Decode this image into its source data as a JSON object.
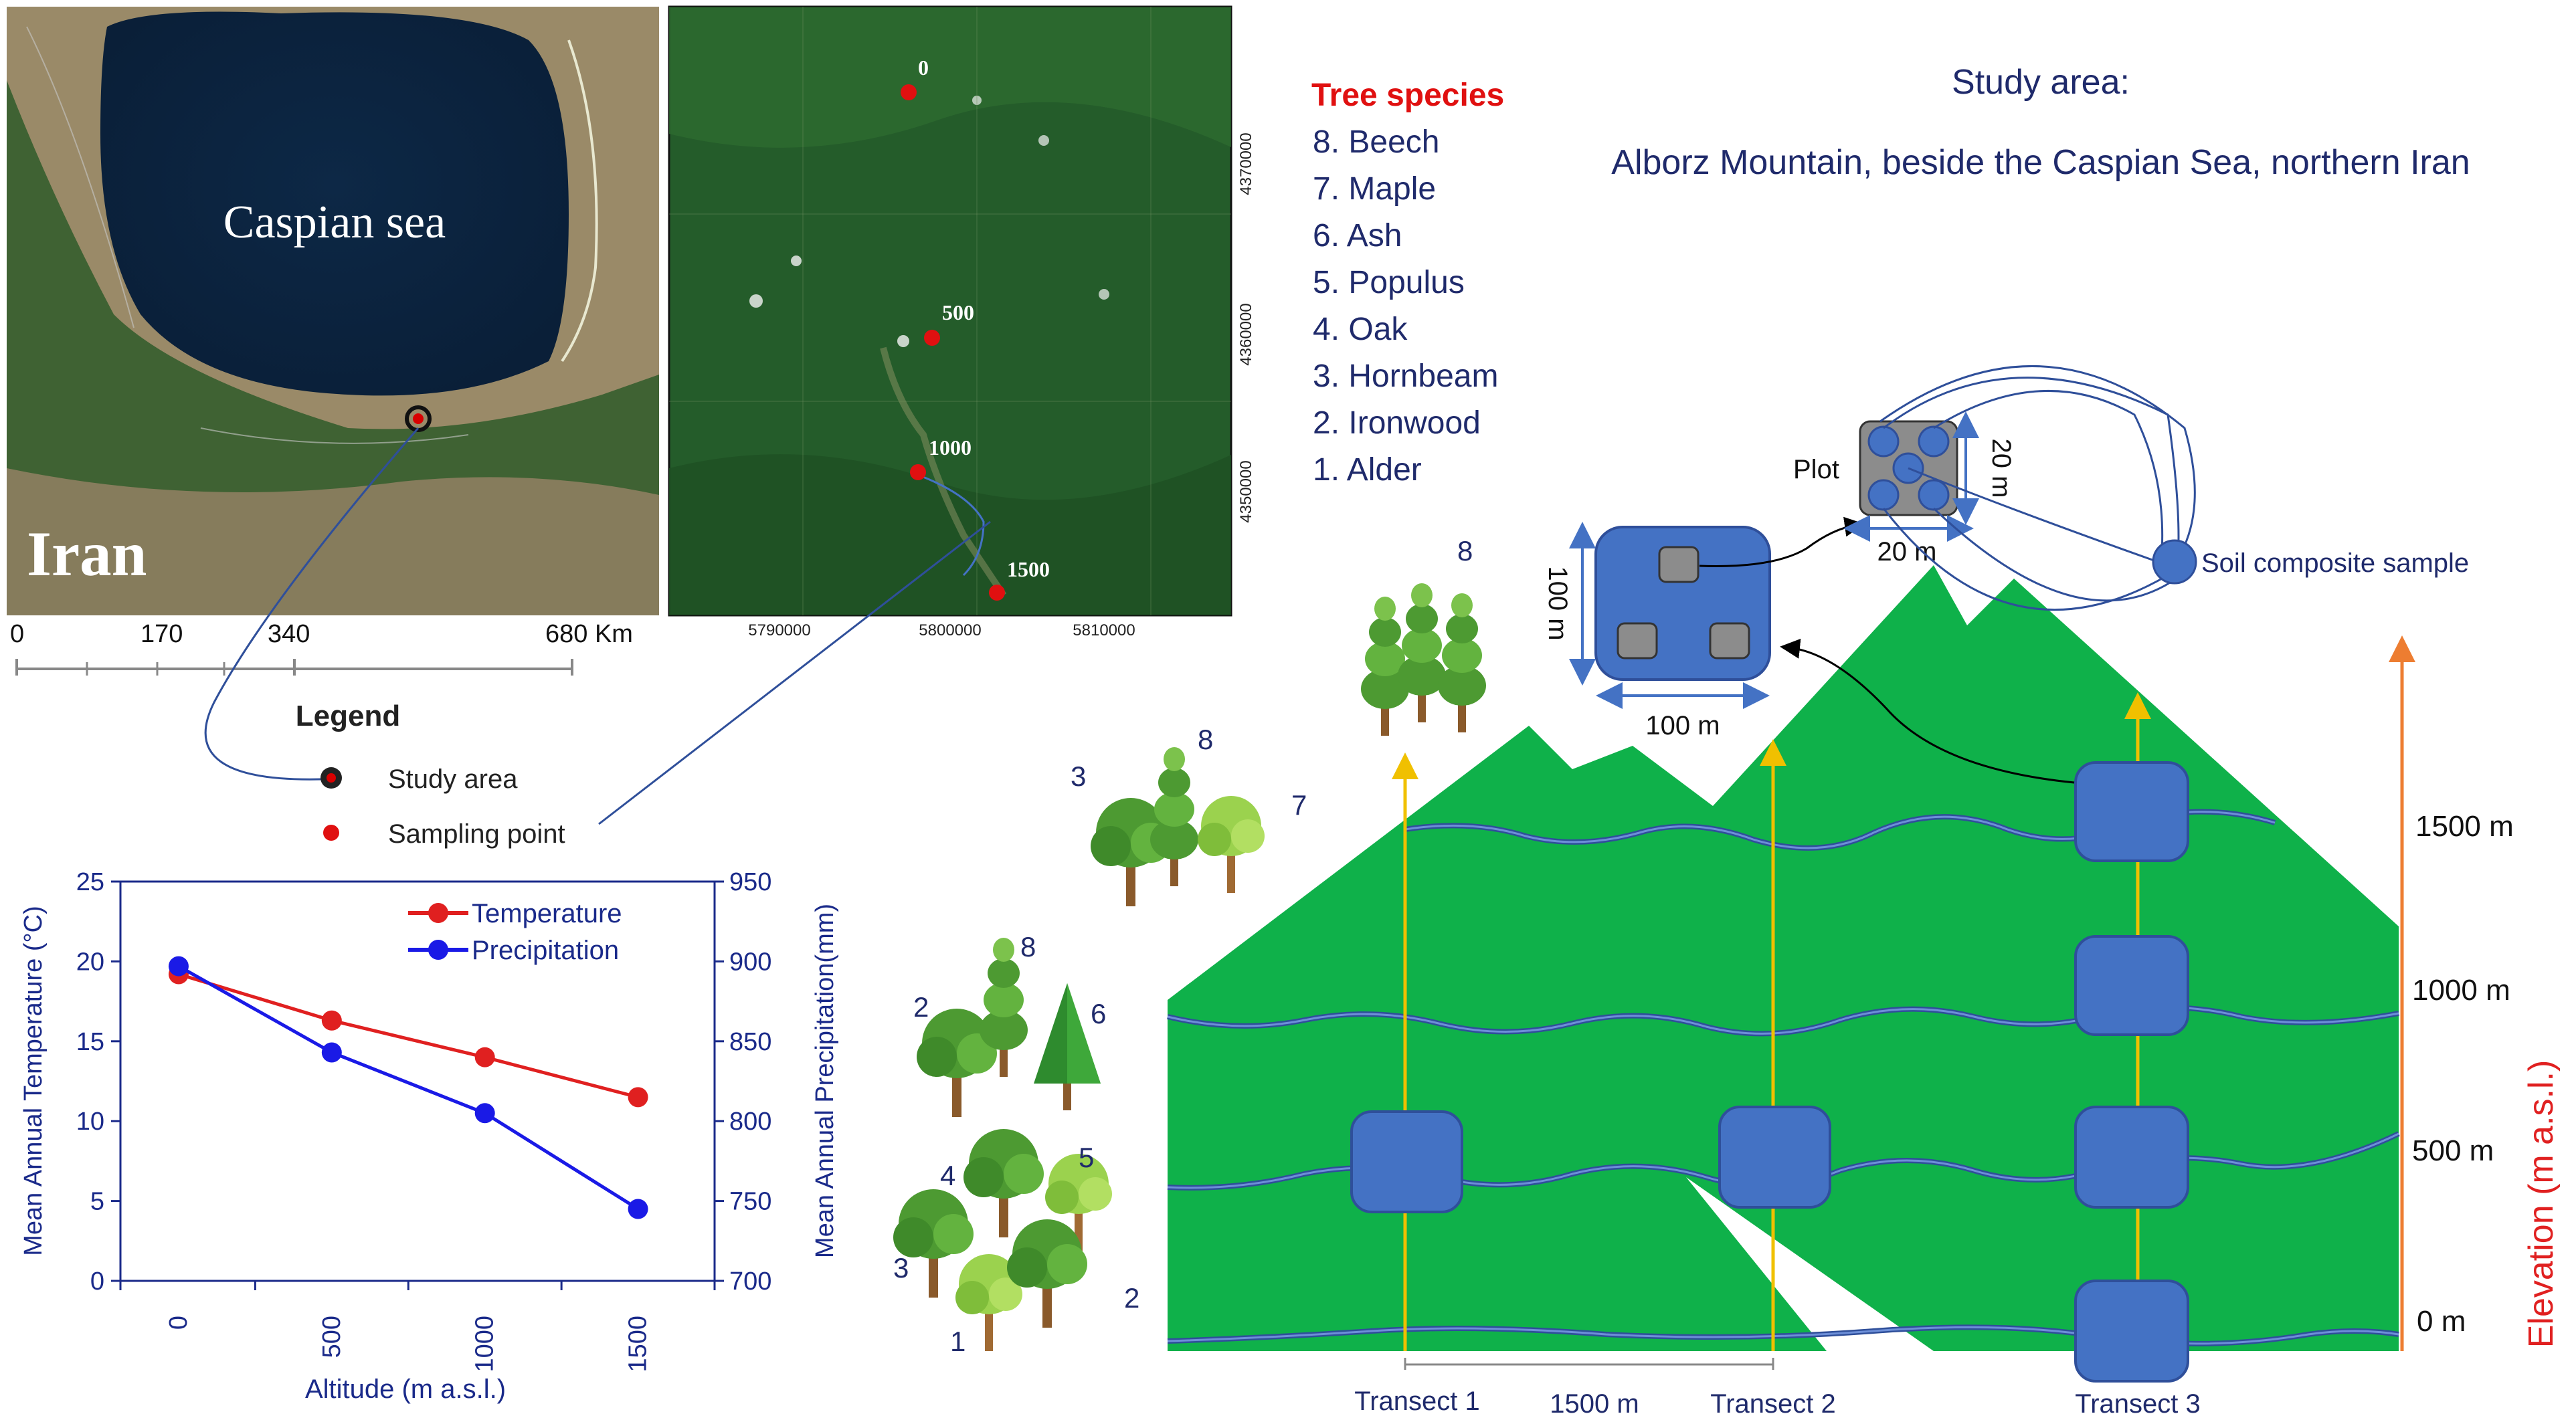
{
  "overview_map": {
    "sea_label": "Caspian sea",
    "country_label": "Iran",
    "scale_labels": [
      "0",
      "170",
      "340",
      "680 Km"
    ]
  },
  "legend": {
    "title": "Legend",
    "items": [
      {
        "label": "Study area",
        "icon": "study-area-marker-icon",
        "color": "#d90000"
      },
      {
        "label": "Sampling point",
        "icon": "sampling-point-icon",
        "color": "#e01010"
      }
    ]
  },
  "detail_map": {
    "points": [
      {
        "label": "0"
      },
      {
        "label": "500"
      },
      {
        "label": "1000"
      },
      {
        "label": "1500"
      }
    ],
    "x_ticks": [
      "5790000",
      "5800000",
      "5810000"
    ],
    "y_ticks": [
      "4370000",
      "4360000",
      "4350000"
    ]
  },
  "tree_species": {
    "title": "Tree species",
    "items": [
      "8. Beech",
      "7. Maple",
      "6. Ash",
      "5. Populus",
      "4. Oak",
      "3. Hornbeam",
      "2. Ironwood",
      "1. Alder"
    ]
  },
  "study_area": {
    "line1": "Study area:",
    "line2": "Alborz Mountain, beside the Caspian Sea, northern Iran"
  },
  "chart_data": {
    "type": "line",
    "x": [
      0,
      500,
      1000,
      1500
    ],
    "x_tick_labels": [
      "0",
      "500",
      "1000",
      "1500"
    ],
    "xlabel": "Altitude (m a.s.l.)",
    "series": [
      {
        "name": "Temperature",
        "axis": "left",
        "color": "#e02020",
        "values": [
          19.2,
          16.3,
          14.0,
          11.5
        ]
      },
      {
        "name": "Precipitation",
        "axis": "right",
        "color": "#1a1ae6",
        "values": [
          897,
          843,
          805,
          745
        ]
      }
    ],
    "ylabel_left": "Mean Annual Temperature (°C)",
    "ylim_left": [
      0,
      25
    ],
    "yticks_left": [
      0,
      5,
      10,
      15,
      20,
      25
    ],
    "ylabel_right": "Mean Annual Precipitation(mm)",
    "ylim_right": [
      700,
      950
    ],
    "yticks_right": [
      700,
      750,
      800,
      850,
      900,
      950
    ],
    "legend_position": "top-right",
    "grid": false
  },
  "diagram": {
    "plot_label": "Plot",
    "plot_size_h": "20 m",
    "plot_size_v": "20 m",
    "soil_label": "Soil composite sample",
    "big_plot_h": "100 m",
    "big_plot_v": "100 m",
    "elevation_axis_label": "Elevation (m a.s.l.)",
    "elevations": [
      "1500 m",
      "1000 m",
      "500 m",
      "0 m"
    ],
    "transects": [
      "Transect 1",
      "Transect 2",
      "Transect 3"
    ],
    "transect_spacing": "1500 m",
    "tree_numbers": {
      "top": [
        "8"
      ],
      "g1500": [
        "3",
        "8",
        "7"
      ],
      "g1000": [
        "2",
        "8",
        "6"
      ],
      "g500": [
        "4",
        "5",
        "3",
        "2",
        "1"
      ]
    },
    "colors": {
      "mountain": "#0fb14a",
      "plot": "#4472c4",
      "arrow": "#f0c000",
      "elevation_arrow": "#ed7d31",
      "elevation_label": "#e02020"
    }
  }
}
